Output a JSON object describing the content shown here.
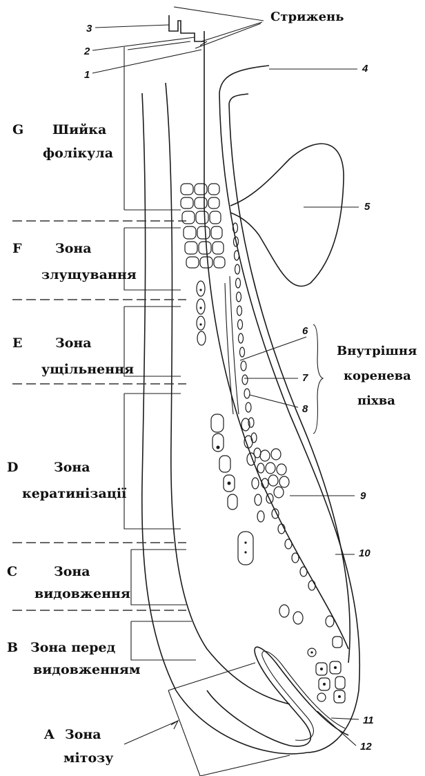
{
  "labels": {
    "shaft": "Стрижень",
    "inner_root_sheath": [
      "Внутрішня",
      "коренева",
      "піхва"
    ],
    "numbers": [
      "1",
      "2",
      "3",
      "4",
      "5",
      "6",
      "7",
      "8",
      "9",
      "10",
      "11",
      "12"
    ]
  },
  "zones": [
    {
      "letter": "G",
      "line1": "Шийка",
      "line2": "фолікула"
    },
    {
      "letter": "F",
      "line1": "Зона",
      "line2": "злущування"
    },
    {
      "letter": "E",
      "line1": "Зона",
      "line2": "ущільнення"
    },
    {
      "letter": "D",
      "line1": "Зона",
      "line2": "кератинізації"
    },
    {
      "letter": "C",
      "line1": "Зона",
      "line2": "видовження"
    },
    {
      "letter": "B",
      "line1": "Зона перед",
      "line2": "видовженням"
    },
    {
      "letter": "A",
      "line1": "Зона",
      "line2": "мітозу"
    }
  ]
}
